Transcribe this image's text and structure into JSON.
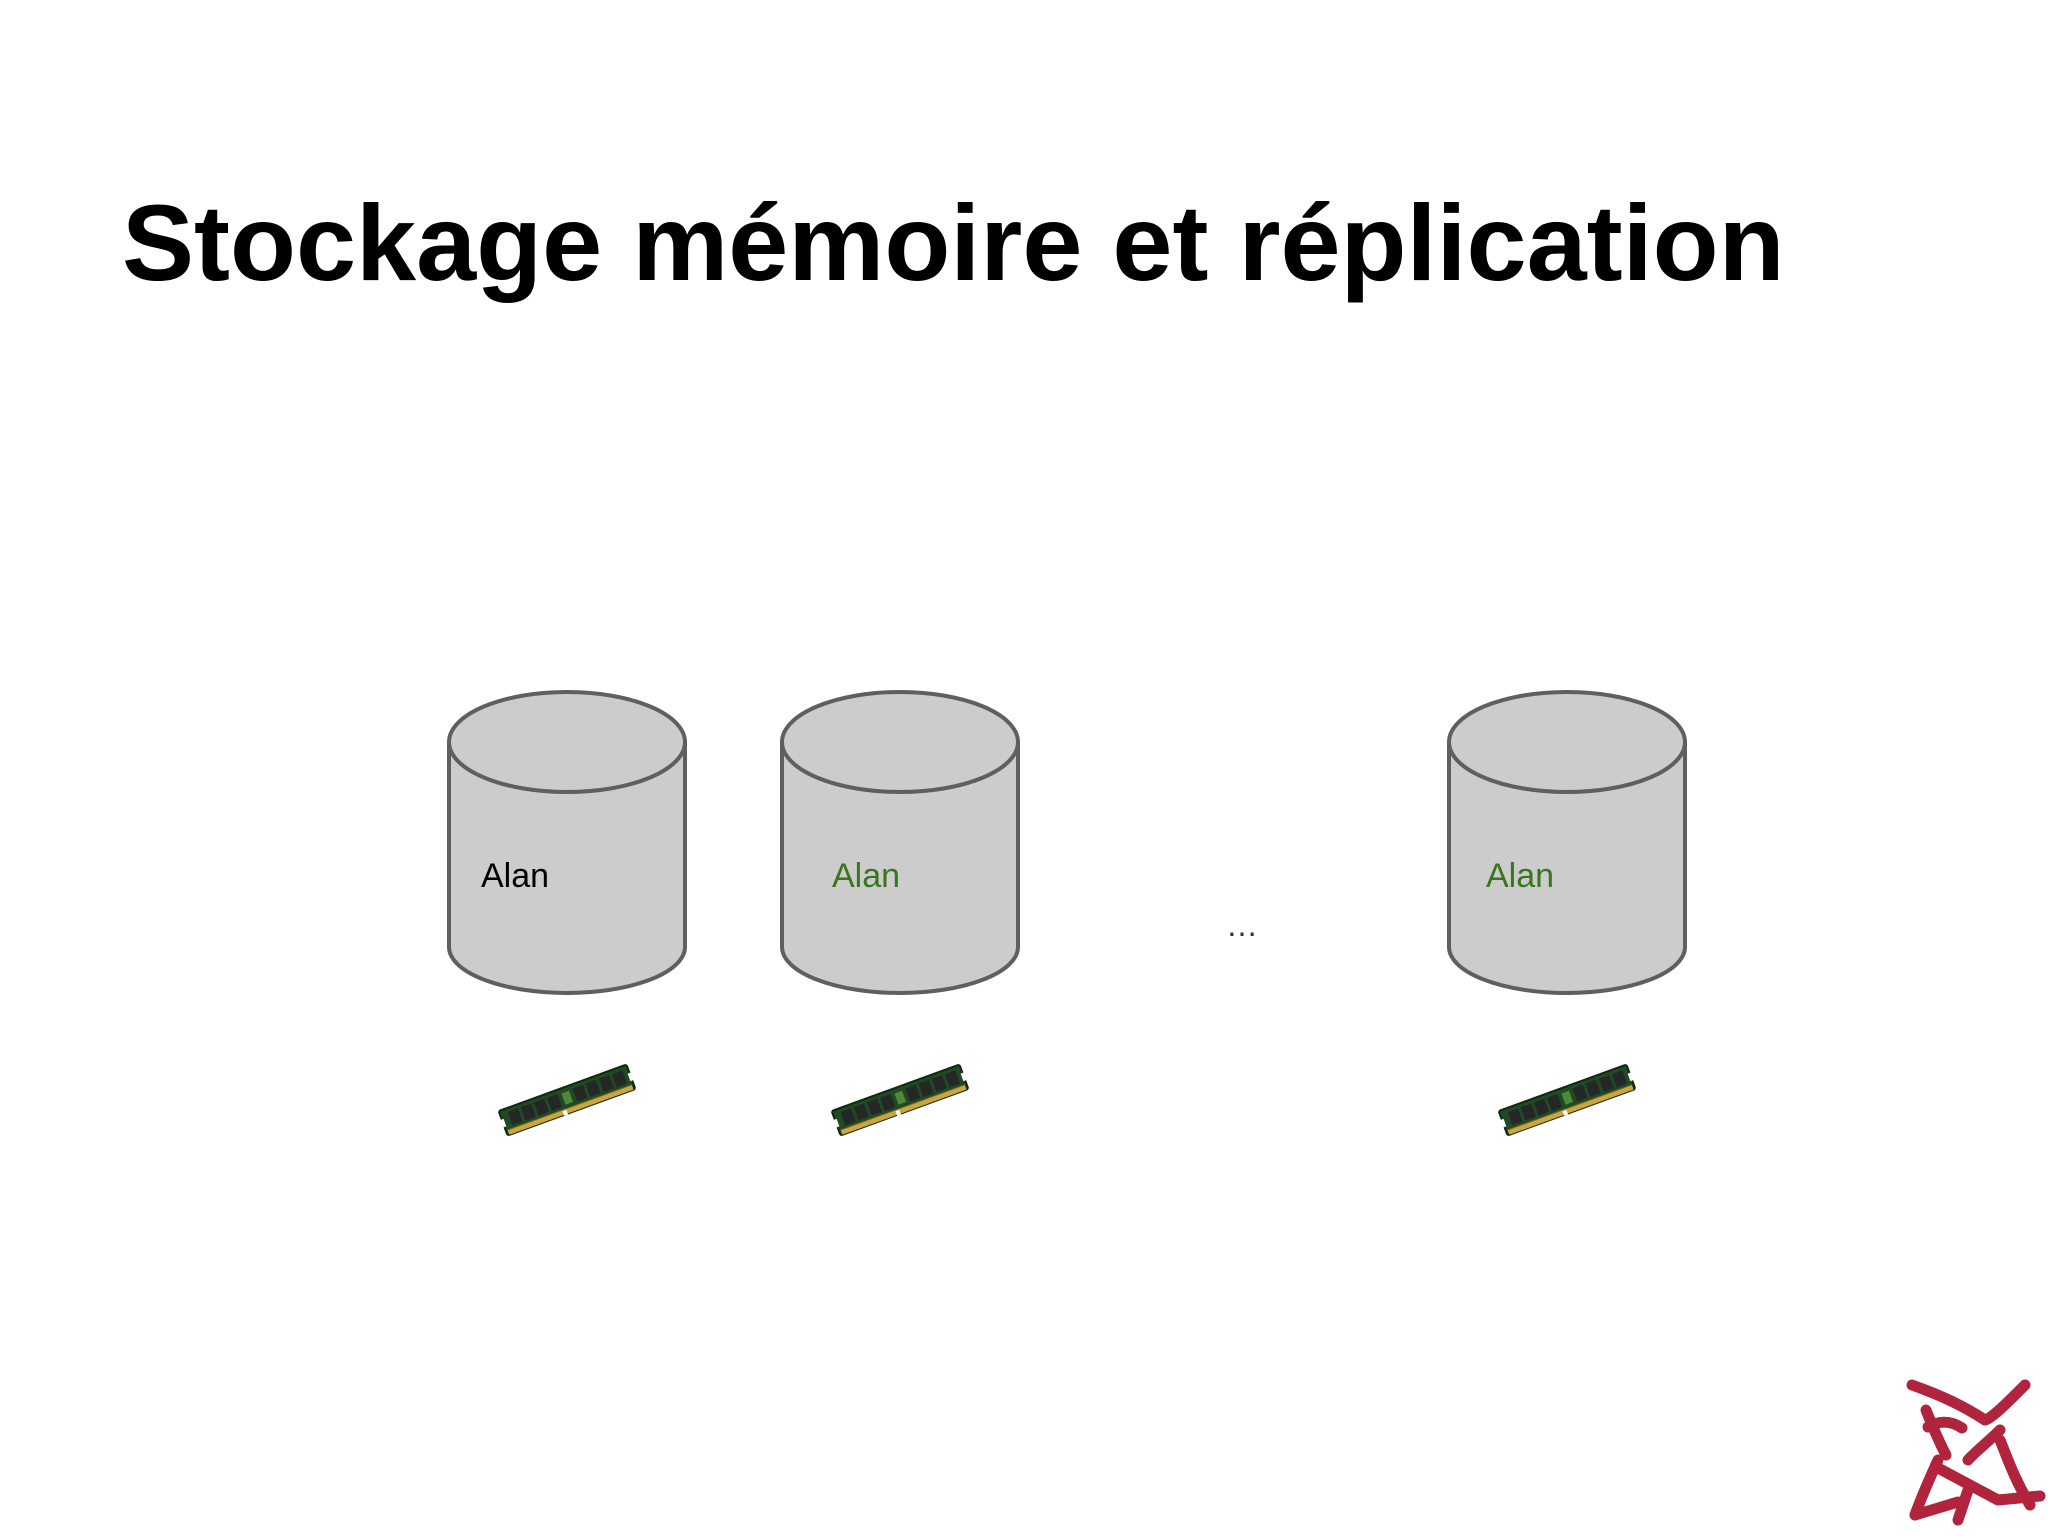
{
  "slide": {
    "title": "Stockage mémoire et réplication"
  },
  "colors": {
    "cylinder_fill": "#cccccc",
    "cylinder_stroke": "#5f5f5f",
    "primary_label": "#000000",
    "replica_label": "#38761d",
    "logo": "#b0243e"
  },
  "nodes": [
    {
      "label": "Alan",
      "role": "primary"
    },
    {
      "label": "Alan",
      "role": "replica"
    },
    {
      "label": "Alan",
      "role": "replica"
    }
  ],
  "gap": {
    "label": "…"
  },
  "icons": {
    "node_storage": "database-cylinder-icon",
    "memory": "ram-module-icon",
    "logo": "brand-logo-icon"
  }
}
